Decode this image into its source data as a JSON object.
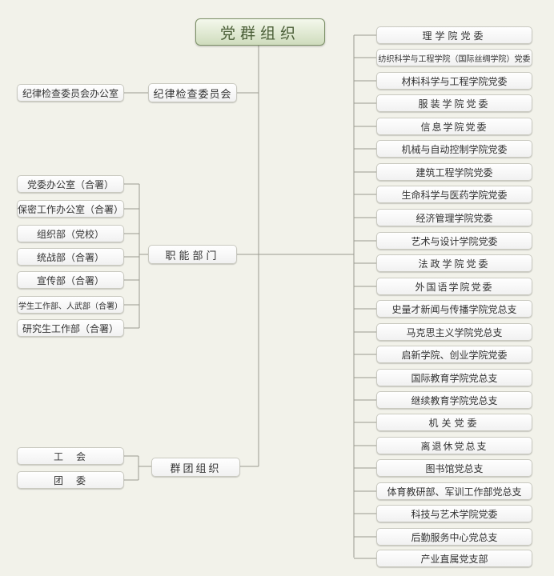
{
  "root": {
    "label": "党群组织"
  },
  "commission": {
    "label": "纪律检查委员会",
    "children": [
      "纪律检查委员会办公室"
    ]
  },
  "functional": {
    "label": "职能部门",
    "children": [
      "党委办公室（合署）",
      "保密工作办公室（合署）",
      "组织部（党校）",
      "统战部（合署）",
      "宣传部（合署）",
      "学生工作部、人武部（合署）",
      "研究生工作部（合署）"
    ]
  },
  "mass": {
    "label": "群团组织",
    "children": [
      "工　会",
      "团　委"
    ]
  },
  "colleges": [
    "理学院党委",
    "纺织科学与工程学院（国际丝绸学院）党委",
    "材料科学与工程学院党委",
    "服装学院党委",
    "信息学院党委",
    "机械与自动控制学院党委",
    "建筑工程学院党委",
    "生命科学与医药学院党委",
    "经济管理学院党委",
    "艺术与设计学院党委",
    "法政学院党委",
    "外国语学院党委",
    "史量才新闻与传播学院党总支",
    "马克思主义学院党总支",
    "启新学院、创业学院党委",
    "国际教育学院党总支",
    "继续教育学院党总支",
    "机关党委",
    "离退休党总支",
    "图书馆党总支",
    "体育教研部、军训工作部党总支",
    "科技与艺术学院党委",
    "后勤服务中心党总支",
    "产业直属党支部"
  ],
  "colors": {
    "line": "#9a9a90",
    "root_border": "#7d9168",
    "root_text": "#4a5e37"
  }
}
